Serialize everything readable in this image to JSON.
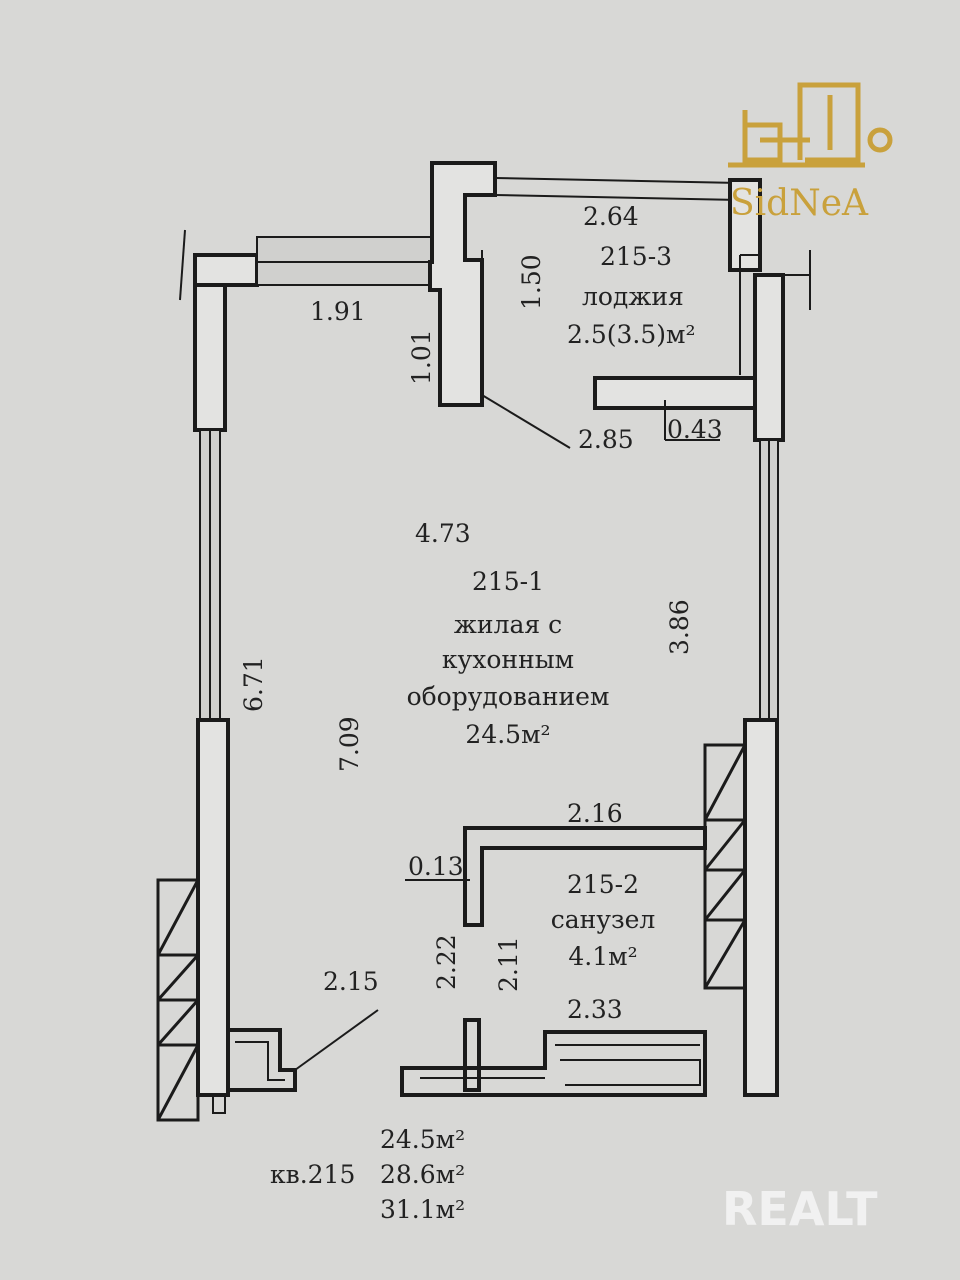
{
  "rooms": {
    "loggia": {
      "number": "215-3",
      "name": "лоджия",
      "area": "2.5(3.5)м²"
    },
    "living": {
      "number": "215-1",
      "name_line1": "жилая с",
      "name_line2": "кухонным",
      "name_line3": "оборудованием",
      "area": "24.5м²"
    },
    "bathroom": {
      "number": "215-2",
      "name": "санузел",
      "area": "4.1м²"
    }
  },
  "dimensions": {
    "d264": "2.64",
    "d150": "1.50",
    "d191": "1.91",
    "d101": "1.01",
    "d285": "2.85",
    "d043": "0.43",
    "d473": "4.73",
    "d386": "3.86",
    "d671": "6.71",
    "d709": "7.09",
    "d216": "2.16",
    "d013": "0.13",
    "d222": "2.22",
    "d211": "2.11",
    "d233": "2.33",
    "d215": "2.15"
  },
  "summary": {
    "apartment": "кв.215",
    "area1": "24.5м²",
    "area2": "28.6м²",
    "area3": "31.1м²"
  },
  "logo": {
    "text": "SidNeA"
  },
  "watermark": {
    "text": "REALT"
  },
  "colors": {
    "logo_gold": "#c9a13c",
    "paper": "#d8d8d6",
    "ink": "#1b1b1b"
  }
}
